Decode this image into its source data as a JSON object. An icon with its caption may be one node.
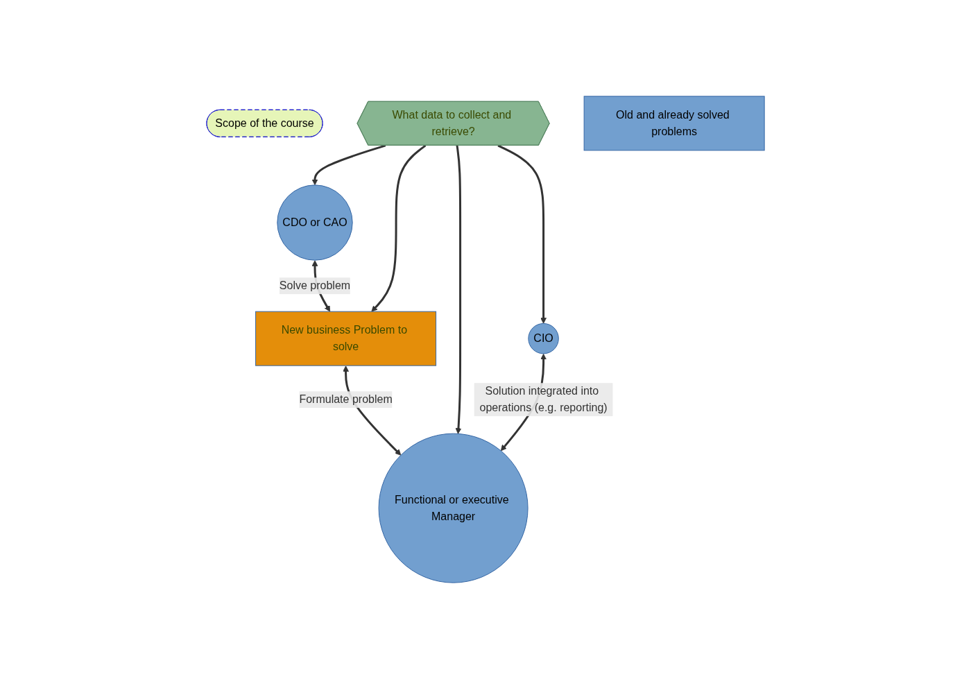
{
  "diagram": {
    "nodes": [
      {
        "text": [
          "Scope of the course"
        ]
      },
      {
        "text": [
          "CDO or CAO"
        ]
      },
      {
        "text": [
          "New business Problem to solve"
        ]
      },
      {
        "text": [
          "Functional or executive Manager"
        ]
      },
      {
        "text": [
          "What data to collect and retrieve?"
        ]
      },
      {
        "text": [
          "CIO"
        ]
      },
      {
        "text": [
          "Old and already solved problems"
        ]
      }
    ],
    "edges": [
      {
        "from": 1,
        "to": 2,
        "arrow": "both",
        "label": "Solve problem"
      },
      {
        "from": 2,
        "to": 3,
        "arrow": "both",
        "label": "Formulate problem"
      },
      {
        "from": 4,
        "to": 2,
        "arrow": "to"
      },
      {
        "from": 4,
        "to": 1,
        "arrow": "to"
      },
      {
        "from": 4,
        "to": 3,
        "arrow": "to"
      },
      {
        "from": 4,
        "to": 5,
        "arrow": "to"
      },
      {
        "from": 5,
        "to": 3,
        "arrow": "both",
        "label": "Solution integrated into operations (e.g. reporting)"
      }
    ]
  }
}
